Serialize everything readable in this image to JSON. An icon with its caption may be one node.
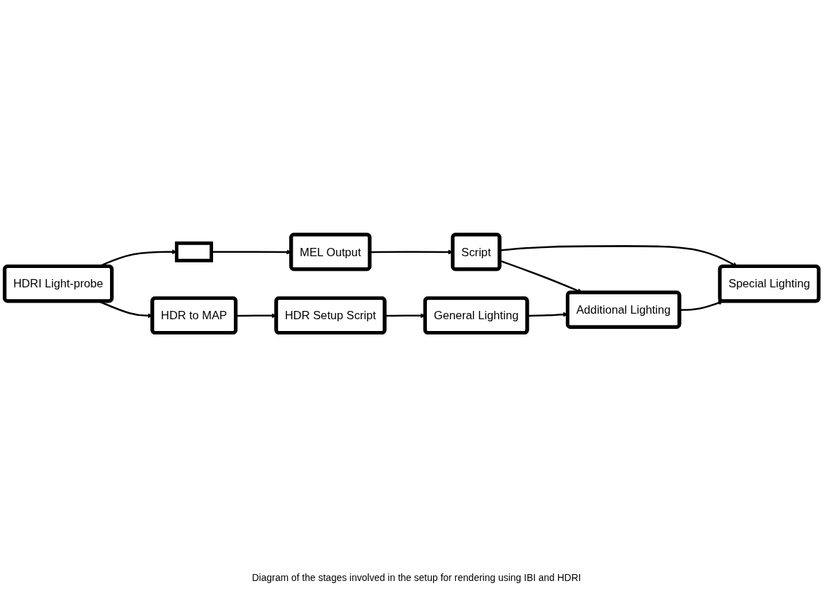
{
  "diagram": {
    "caption": "Diagram of the stages involved in the setup for rendering using IBI and HDRI",
    "nodes": [
      {
        "text": [
          "HDRI Light-probe"
        ]
      },
      {
        "text": [],
        "shape": "box"
      },
      {
        "text": [
          "MEL Output"
        ]
      },
      {
        "text": [
          "Script"
        ]
      },
      {
        "text": [
          "General Lighting"
        ]
      },
      {
        "text": [
          "Additional Lighting"
        ]
      },
      {
        "text": [
          "Special Lighting"
        ]
      },
      {
        "text": [
          "HDR to MAP"
        ]
      },
      {
        "text": [
          "HDR Setup Script"
        ]
      }
    ],
    "edges": [
      {
        "from": 0,
        "to": 1,
        "arrow": "to"
      },
      {
        "from": 1,
        "to": 2,
        "arrow": "to"
      },
      {
        "from": 2,
        "to": 3,
        "arrow": "to"
      },
      {
        "from": 3,
        "to": 5,
        "arrow": "to"
      },
      {
        "from": 3,
        "to": 6,
        "arrow": "to"
      },
      {
        "from": 4,
        "to": 5,
        "arrow": "to"
      },
      {
        "from": 5,
        "to": 6,
        "arrow": "to"
      },
      {
        "from": 0,
        "to": 7,
        "arrow": "to"
      },
      {
        "from": 7,
        "to": 8,
        "arrow": "to"
      },
      {
        "from": 8,
        "to": 4,
        "arrow": "to"
      }
    ]
  }
}
